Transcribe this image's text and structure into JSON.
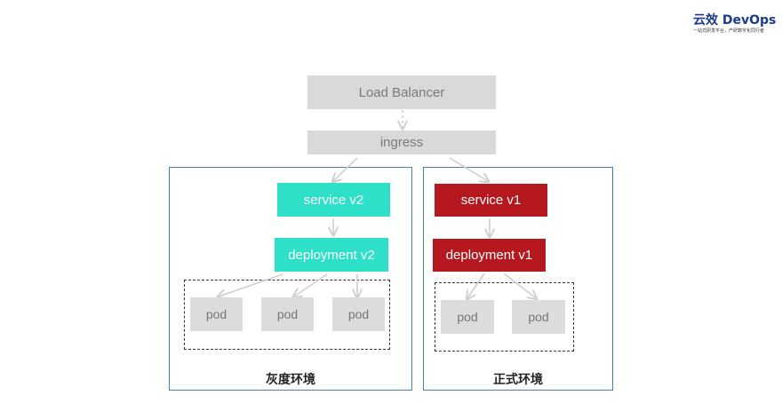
{
  "logo": {
    "brand": "云效 DevOps",
    "tagline": "一站式研发平台，产研数字化同行者"
  },
  "nodes": {
    "load_balancer": "Load Balancer",
    "ingress": "ingress",
    "service_v2": "service v2",
    "deployment_v2": "deployment v2",
    "service_v1": "service v1",
    "deployment_v1": "deployment v1",
    "pod": "pod"
  },
  "environments": {
    "gray": "灰度环境",
    "prod": "正式环境"
  },
  "colors": {
    "gray_box": "#d9d9d9",
    "teal": "#2ee0c8",
    "red": "#b5181f",
    "env_border": "#4a7fb0",
    "arrow": "#cfcfcf"
  }
}
